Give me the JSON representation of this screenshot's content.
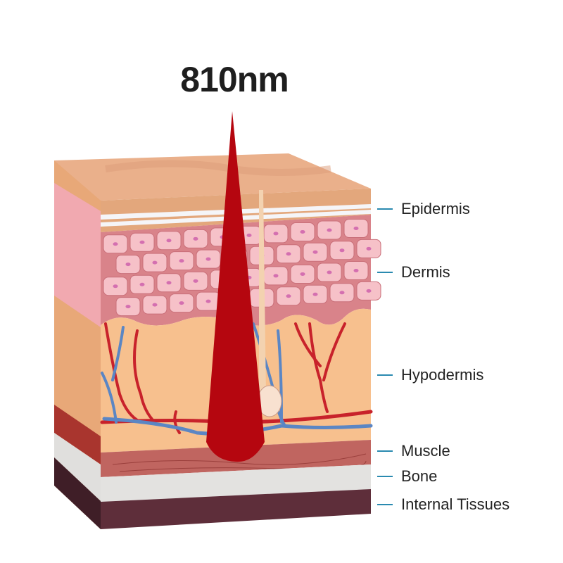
{
  "title": "810nm",
  "layers": [
    {
      "label": "Epidermis"
    },
    {
      "label": "Dermis"
    },
    {
      "label": "Hypodermis"
    },
    {
      "label": "Muscle"
    },
    {
      "label": "Bone"
    },
    {
      "label": "Internal Tissues"
    }
  ],
  "colors": {
    "beam": "#b5060f",
    "label_line": "#2a8ab0",
    "skin_top": "#e9b08a",
    "hypodermis": "#f7c08e",
    "muscle": "#c06560",
    "bone": "#e3e2e0",
    "internal": "#5e2e3a",
    "artery": "#c8222b",
    "vein": "#5b86c4"
  }
}
